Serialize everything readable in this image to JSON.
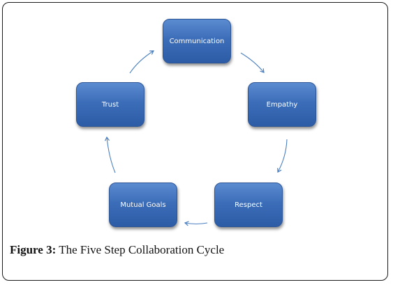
{
  "diagram": {
    "nodes": [
      {
        "label": "Communication"
      },
      {
        "label": "Empathy"
      },
      {
        "label": "Respect"
      },
      {
        "label": "Mutual Goals"
      },
      {
        "label": "Trust"
      }
    ],
    "edges": [
      {
        "from": "Communication",
        "to": "Empathy"
      },
      {
        "from": "Empathy",
        "to": "Respect"
      },
      {
        "from": "Respect",
        "to": "Mutual Goals"
      },
      {
        "from": "Mutual Goals",
        "to": "Trust"
      },
      {
        "from": "Trust",
        "to": "Communication"
      }
    ],
    "node_color": "#3c6db8",
    "arrow_color": "#4a7fc0"
  },
  "caption": {
    "label": "Figure 3:",
    "text": " The Five Step Collaboration Cycle"
  }
}
